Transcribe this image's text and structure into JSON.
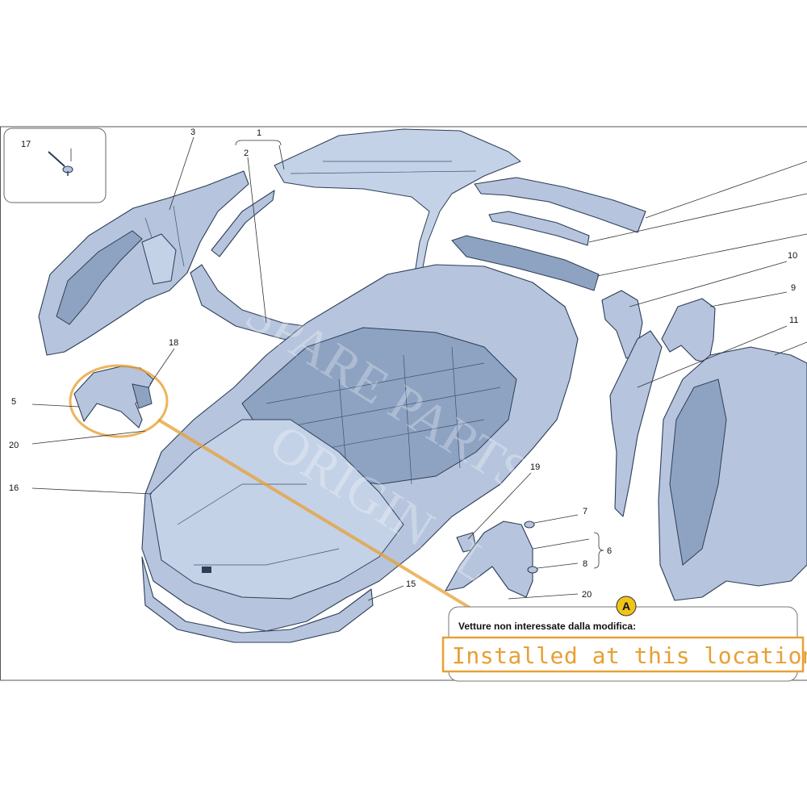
{
  "callouts": {
    "c1": "1",
    "c2": "2",
    "c3": "3",
    "c5": "5",
    "c6": "6",
    "c7": "7",
    "c8": "8",
    "c9": "9",
    "c10": "10",
    "c11": "11",
    "c15": "15",
    "c16": "16",
    "c17": "17",
    "c18": "18",
    "c19": "19",
    "c20a": "20",
    "c20b": "20"
  },
  "note": {
    "badge": "A",
    "text": "Vetture non interessate dalla modifica:"
  },
  "highlight": {
    "label": "Installed at this location",
    "color": "#e8a035"
  },
  "colors": {
    "body": "#b6c5dd",
    "outline": "#2d3e57"
  }
}
